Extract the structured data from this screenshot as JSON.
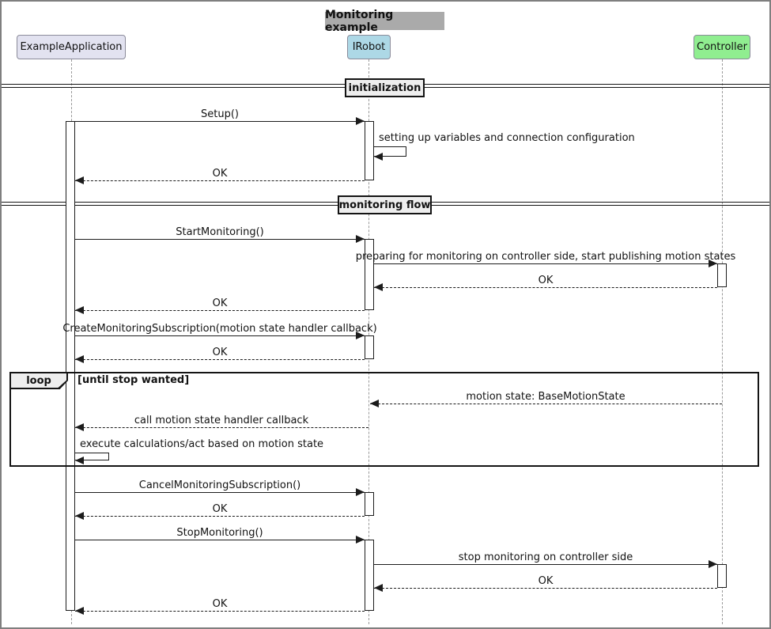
{
  "diagram": {
    "title": "Monitoring example",
    "participants": [
      {
        "name": "ExampleApplication",
        "color": "#e2e2f0"
      },
      {
        "name": "IRobot",
        "color": "#add8e6"
      },
      {
        "name": "Controller",
        "color": "#90ee90"
      }
    ],
    "sections": [
      {
        "label": "initialization"
      },
      {
        "label": "monitoring flow"
      }
    ],
    "loop": {
      "keyword": "loop",
      "condition": "[until stop wanted]"
    },
    "messages": {
      "setup": "Setup()",
      "setup_note": "setting up variables and connection configuration",
      "setup_ok": "OK",
      "start": "StartMonitoring()",
      "prepare": "preparing for monitoring on controller side, start publishing motion states",
      "prepare_ok": "OK",
      "start_ok": "OK",
      "create_sub": "CreateMonitoringSubscription(motion state handler callback)",
      "create_sub_ok": "OK",
      "motion_state": "motion state: BaseMotionState",
      "call_handler": "call motion state handler callback",
      "execute": "execute calculations/act based on motion state",
      "cancel_sub": "CancelMonitoringSubscription()",
      "cancel_sub_ok": "OK",
      "stop": "StopMonitoring()",
      "stop_ctrl": "stop monitoring on controller side",
      "stop_ctrl_ok": "OK",
      "stop_ok": "OK"
    },
    "colors": {
      "title_bg": "#aaaaaa",
      "section_bg": "#eeeeee",
      "frame_border": "#141414",
      "line": "#1c1c1c"
    }
  }
}
